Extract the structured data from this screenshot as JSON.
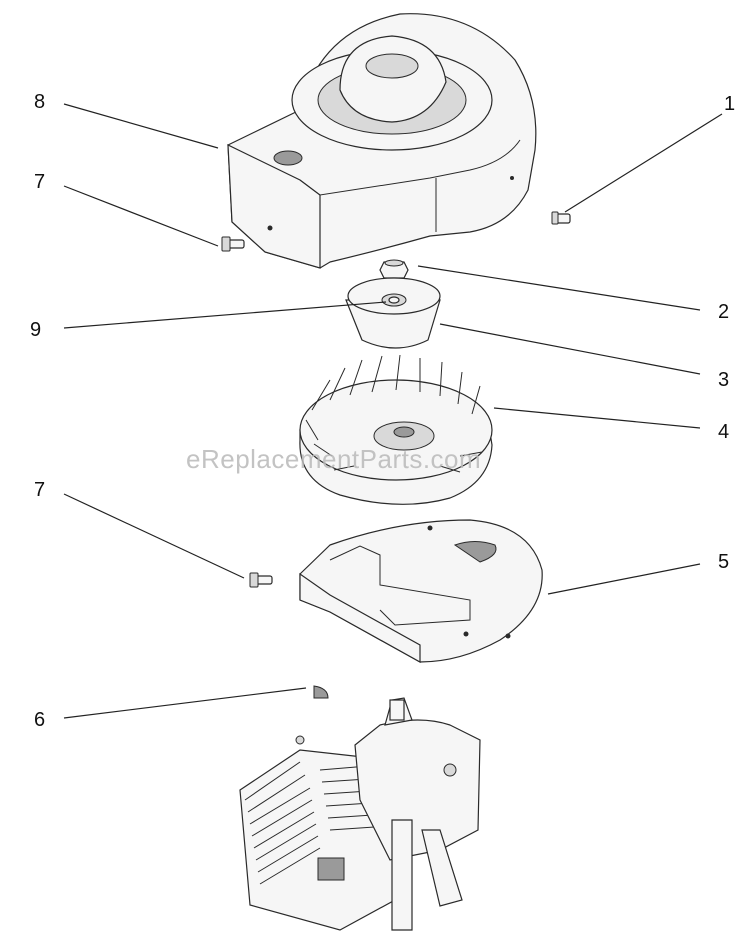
{
  "watermark": "eReplacementParts.com",
  "callouts": [
    {
      "id": "c8",
      "label": "8"
    },
    {
      "id": "c7a",
      "label": "7"
    },
    {
      "id": "c1",
      "label": "1"
    },
    {
      "id": "c2",
      "label": "2"
    },
    {
      "id": "c9",
      "label": "9"
    },
    {
      "id": "c3",
      "label": "3"
    },
    {
      "id": "c4",
      "label": "4"
    },
    {
      "id": "c7b",
      "label": "7"
    },
    {
      "id": "c5",
      "label": "5"
    },
    {
      "id": "c6",
      "label": "6"
    }
  ]
}
